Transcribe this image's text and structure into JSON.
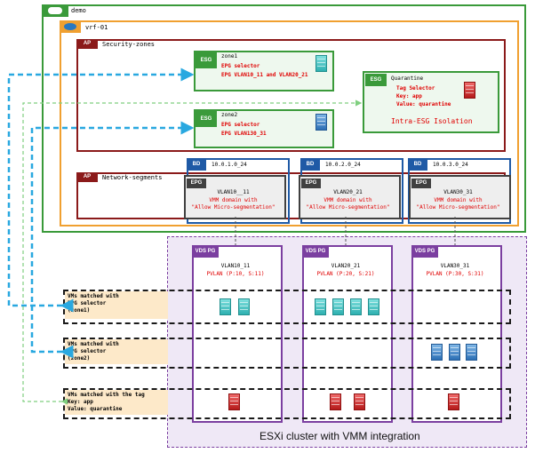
{
  "tenant": {
    "label": "demo"
  },
  "vrf": {
    "label": "vrf-01"
  },
  "ap_security": {
    "badge": "AP",
    "label": "Security-zones"
  },
  "ap_network": {
    "badge": "AP",
    "label": "Network-segments"
  },
  "esg_zone1": {
    "badge": "ESG",
    "name": "zone1",
    "line1": "EPG selector",
    "line2": "EPG VLAN10_11 and VLAN20_21"
  },
  "esg_zone2": {
    "badge": "ESG",
    "name": "zone2",
    "line1": "EPG selector",
    "line2": "EPG VLAN130_31"
  },
  "esg_quarantine": {
    "badge": "ESG",
    "name": "Quarantine",
    "line1": "Tag Selector",
    "line2": "Key: app",
    "line3": "Value: quarantine",
    "isolation": "Intra-ESG Isolation"
  },
  "bds": [
    {
      "badge": "BD",
      "name": "10.0.1.0_24"
    },
    {
      "badge": "BD",
      "name": "10.0.2.0_24"
    },
    {
      "badge": "BD",
      "name": "10.0.3.0_24"
    }
  ],
  "epgs": [
    {
      "badge": "EPG",
      "name": "VLAN10__11",
      "l1": "VMM domain with",
      "l2": "\"Allow Micro-segmentation\""
    },
    {
      "badge": "EPG",
      "name": "VLAN20_21",
      "l1": "VMM domain with",
      "l2": "\"Allow Micro-segmentation\""
    },
    {
      "badge": "EPG",
      "name": "VLAN30_31",
      "l1": "VMM domain with",
      "l2": "\"Allow Micro-segmentation\""
    }
  ],
  "vds": [
    {
      "badge": "VDS PG",
      "name": "VLAN10_11",
      "pvlan": "PVLAN (P:10, S:11)"
    },
    {
      "badge": "VDS PG",
      "name": "VLAN20_21",
      "pvlan": "PVLAN (P:20, S:21)"
    },
    {
      "badge": "VDS PG",
      "name": "VLAN30_31",
      "pvlan": "PVLAN (P:30, S:31)"
    }
  ],
  "vm_rows": [
    {
      "l1": "VMs matched with",
      "l2": "EPG selector",
      "l3": "(zone1)"
    },
    {
      "l1": "VMs matched with",
      "l2": "EPG selector",
      "l3": "(zone2)"
    },
    {
      "l1": "VMs matched with the tag",
      "l2": "Key: app",
      "l3": "Value: quarantine"
    }
  ],
  "cluster": {
    "label": "ESXi cluster with VMM integration"
  },
  "colors": {
    "tenant": "#3a9a3a",
    "ap": "#8b1a1a",
    "vrf": "#f0a030",
    "bd": "#1f5aa6",
    "vds": "#7b3fa0",
    "esg": "#3a9a3a",
    "link": "#29a8e0",
    "quarantine_link": "#7fcf7f"
  }
}
